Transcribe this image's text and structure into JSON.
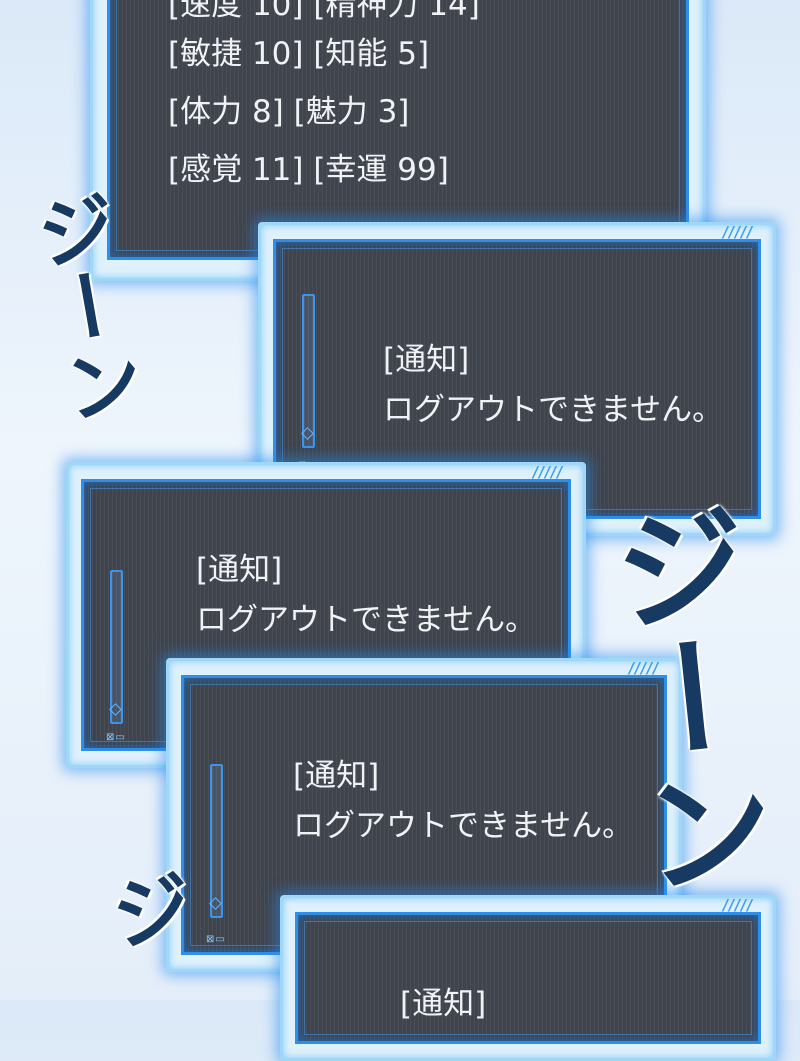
{
  "stats_window": {
    "lines": [
      "[速度 10] [精神力 14]",
      "[敏捷 10] [知能 5]",
      "[体力 8] [魅力 3]",
      "[感覚 11] [幸運 99]"
    ]
  },
  "notifications": [
    {
      "label": "[通知]",
      "message": "ログアウトできません。"
    },
    {
      "label": "[通知]",
      "message": "ログアウトできません。"
    },
    {
      "label": "[通知]",
      "message": "ログアウトできません。"
    },
    {
      "label": "[通知]",
      "message": ""
    }
  ],
  "sound_effects": {
    "left_top": "ジーン",
    "right": "ジーン",
    "left_bottom": "ジ"
  },
  "colors": {
    "panel_dark": "#3f444d",
    "glow_blue": "#2f8fe8",
    "frame_light": "#dff1fb",
    "sfx_navy": "#173a63"
  }
}
